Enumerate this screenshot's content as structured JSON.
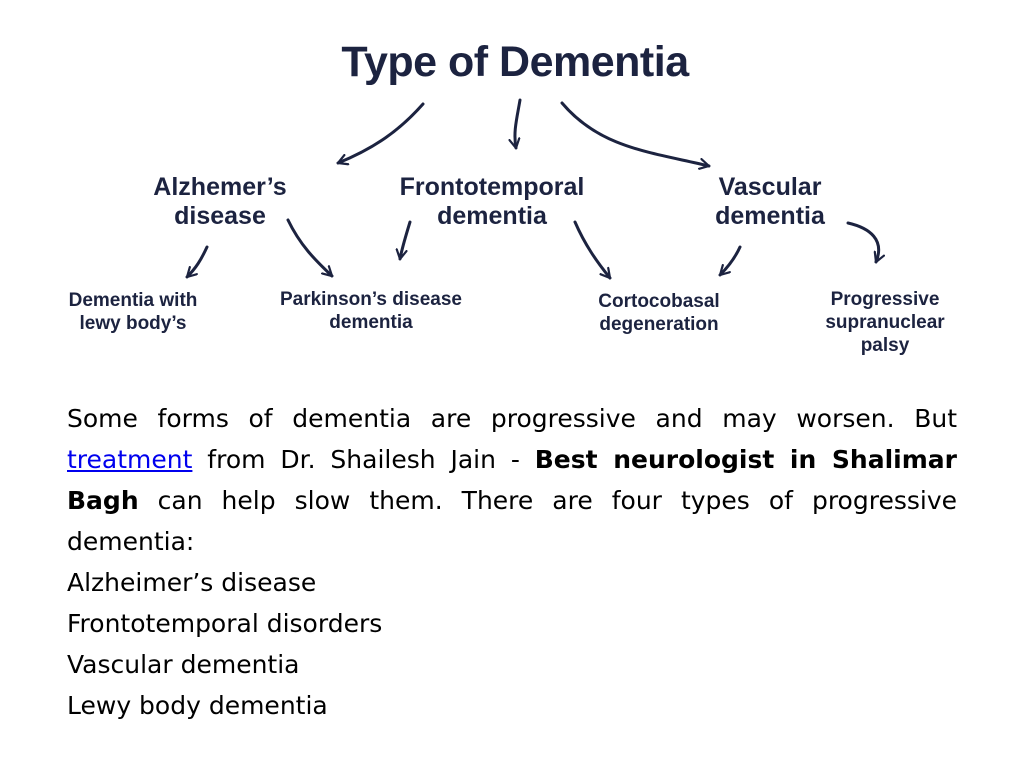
{
  "diagram": {
    "title": "Type of Dementia",
    "types": [
      "Alzhemer’s\ndisease",
      "Frontotemporal\ndementia",
      "Vascular\ndementia"
    ],
    "subtypes": [
      "Dementia with\nlewy body’s",
      "Parkinson’s disease\ndementia",
      "Cortocobasal\ndegeneration",
      "Progressive\nsupranuclear\npalsy"
    ],
    "colors": {
      "diagram_text": "#1c2340",
      "link": "#0000ee",
      "body_text": "#000000"
    }
  },
  "content": {
    "intro_part1": "Some forms of dementia are progressive and may worsen. But ",
    "link_text": "treatment",
    "intro_part2": " from Dr. Shailesh Jain - ",
    "bold_text": "Best neurologist in Shalimar Bagh",
    "intro_part3": " can help slow them. There are four types of progressive dementia:",
    "list": [
      "Alzheimer’s disease",
      "Frontotemporal disorders",
      "Vascular dementia",
      "Lewy body dementia"
    ]
  }
}
